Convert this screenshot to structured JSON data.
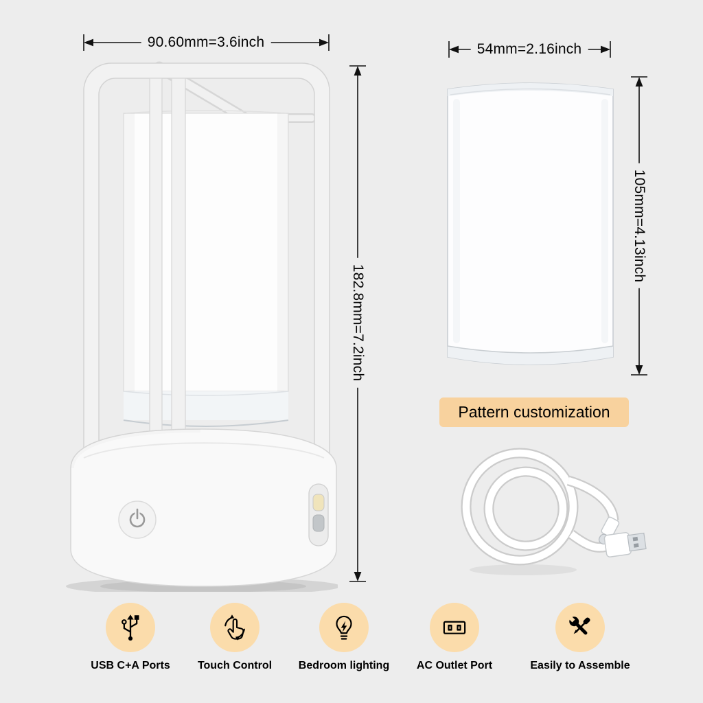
{
  "palette": {
    "background": "#ededed",
    "accent_box": "#f8d29e",
    "icon_circle": "#fbdcab",
    "line_color": "#111111",
    "product_color": "#f6f6f6"
  },
  "lamp_diagram": {
    "width_label": "90.60mm=3.6inch",
    "height_label": "182.8mm=7.2inch"
  },
  "tube_diagram": {
    "width_label": "54mm=2.16inch",
    "height_label": "105mm=4.13inch"
  },
  "pattern_box": {
    "label": "Pattern customization"
  },
  "features": [
    {
      "icon": "usb-icon",
      "label": "USB C+A Ports"
    },
    {
      "icon": "touch-icon",
      "label": "Touch Control"
    },
    {
      "icon": "bulb-icon",
      "label": "Bedroom lighting"
    },
    {
      "icon": "outlet-icon",
      "label": "AC Outlet Port"
    },
    {
      "icon": "tools-icon",
      "label": "Easily to Assemble"
    }
  ]
}
